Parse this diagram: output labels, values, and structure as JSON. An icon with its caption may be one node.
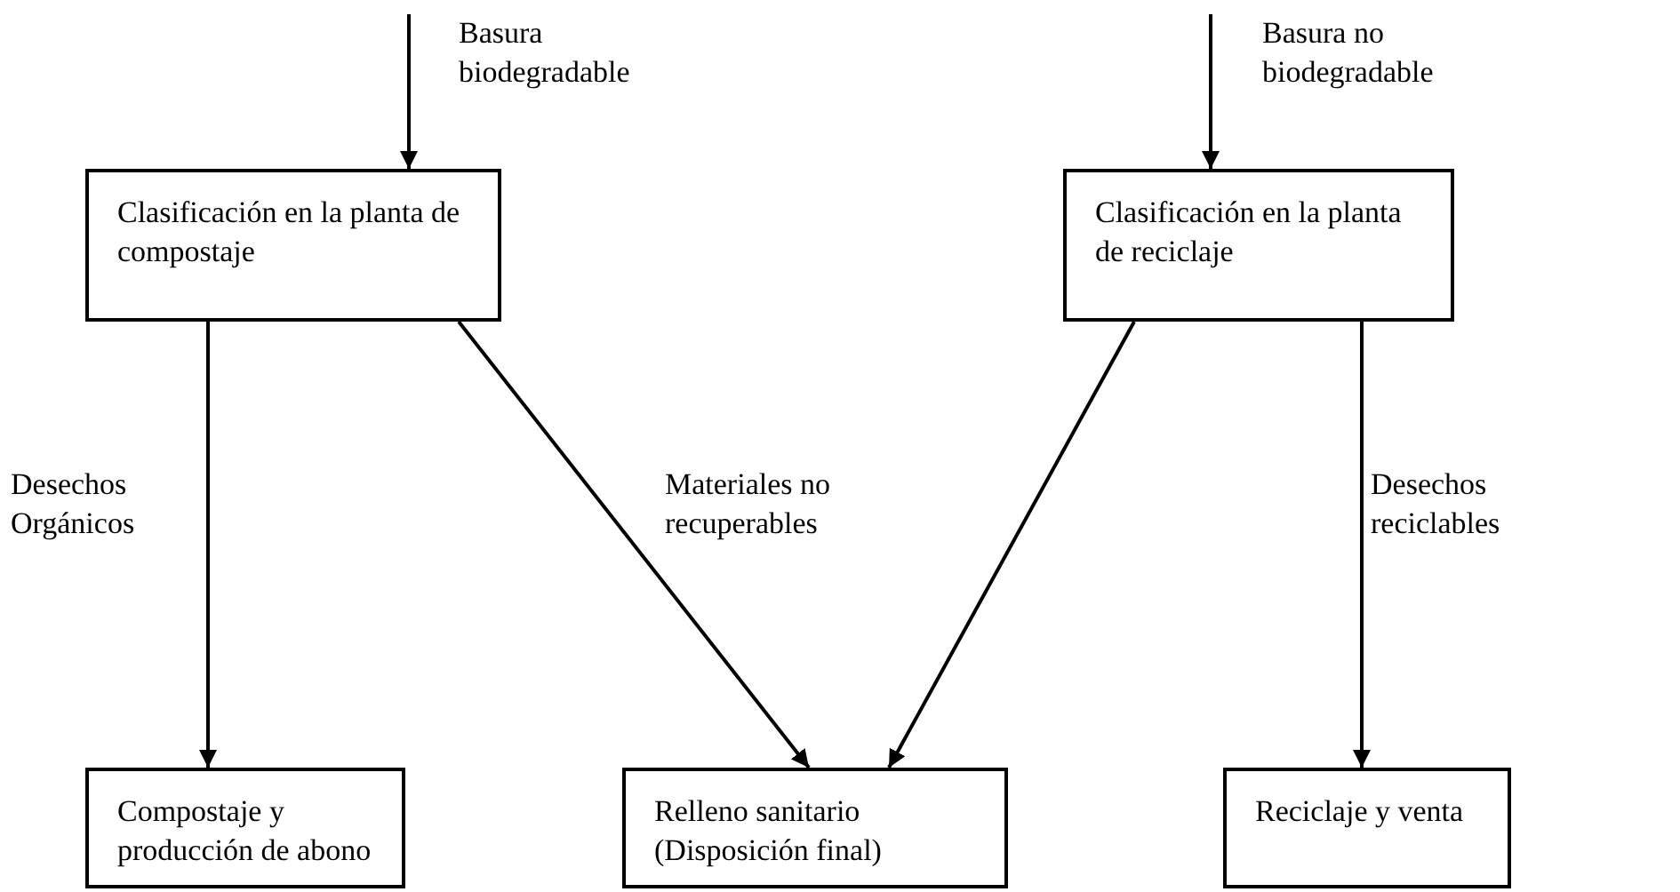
{
  "diagram": {
    "nodes": [
      {
        "text": [
          "Clasificación en la planta de compostaje"
        ]
      },
      {
        "text": [
          "Clasificación en la planta de reciclaje"
        ]
      },
      {
        "text": [
          "Compostaje y producción de abono"
        ]
      },
      {
        "text": [
          "Relleno sanitario (Disposición final)"
        ]
      },
      {
        "text": [
          "Reciclaje y venta"
        ]
      }
    ],
    "edges": [
      {
        "from": null,
        "to": 0,
        "arrow": "to",
        "label": "Basura biodegradable"
      },
      {
        "from": null,
        "to": 1,
        "arrow": "to",
        "label": "Basura no biodegradable"
      },
      {
        "from": 0,
        "to": 2,
        "arrow": "to",
        "label": "Desechos Orgánicos"
      },
      {
        "from": 0,
        "to": 3,
        "arrow": "to",
        "label": "Materiales no recuperables"
      },
      {
        "from": 1,
        "to": 3,
        "arrow": "to"
      },
      {
        "from": 1,
        "to": 4,
        "arrow": "to",
        "label": "Desechos reciclables"
      }
    ]
  }
}
